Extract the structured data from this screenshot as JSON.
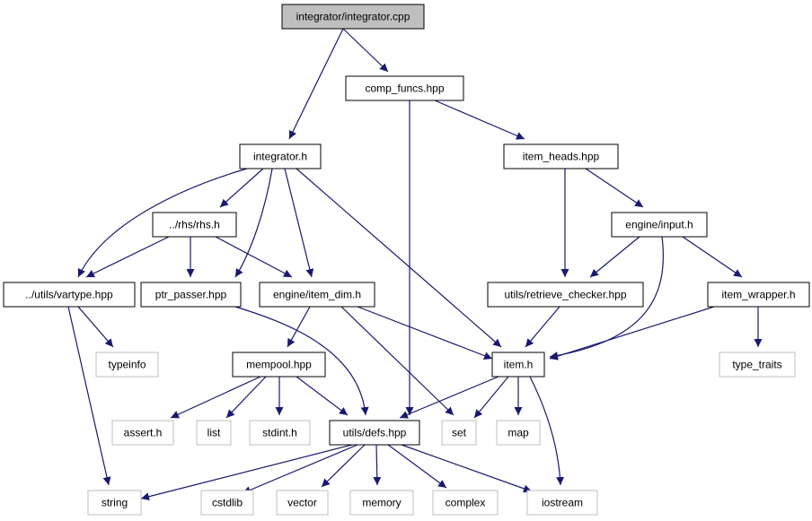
{
  "diagram": {
    "nodes": [
      {
        "id": "root",
        "label": "integrator/integrator.cpp",
        "kind": "root"
      },
      {
        "id": "comp_funcs",
        "label": "comp_funcs.hpp",
        "kind": "local"
      },
      {
        "id": "integrator_h",
        "label": "integrator.h",
        "kind": "local"
      },
      {
        "id": "item_heads",
        "label": "item_heads.hpp",
        "kind": "local"
      },
      {
        "id": "rhs",
        "label": "../rhs/rhs.h",
        "kind": "local"
      },
      {
        "id": "input",
        "label": "engine/input.h",
        "kind": "local"
      },
      {
        "id": "vartype",
        "label": "../utils/vartype.hpp",
        "kind": "local"
      },
      {
        "id": "ptr_passer",
        "label": "ptr_passer.hpp",
        "kind": "local"
      },
      {
        "id": "item_dim",
        "label": "engine/item_dim.h",
        "kind": "local"
      },
      {
        "id": "retrieve",
        "label": "utils/retrieve_checker.hpp",
        "kind": "local"
      },
      {
        "id": "item_wrapper",
        "label": "item_wrapper.h",
        "kind": "local"
      },
      {
        "id": "typeinfo",
        "label": "typeinfo",
        "kind": "system"
      },
      {
        "id": "mempool",
        "label": "mempool.hpp",
        "kind": "local"
      },
      {
        "id": "item_h",
        "label": "item.h",
        "kind": "local"
      },
      {
        "id": "type_traits",
        "label": "type_traits",
        "kind": "system"
      },
      {
        "id": "assert",
        "label": "assert.h",
        "kind": "system"
      },
      {
        "id": "list",
        "label": "list",
        "kind": "system"
      },
      {
        "id": "stdint",
        "label": "stdint.h",
        "kind": "system"
      },
      {
        "id": "defs",
        "label": "utils/defs.hpp",
        "kind": "local"
      },
      {
        "id": "set",
        "label": "set",
        "kind": "system"
      },
      {
        "id": "map",
        "label": "map",
        "kind": "system"
      },
      {
        "id": "string",
        "label": "string",
        "kind": "system"
      },
      {
        "id": "cstdlib",
        "label": "cstdlib",
        "kind": "system"
      },
      {
        "id": "vector",
        "label": "vector",
        "kind": "system"
      },
      {
        "id": "memory",
        "label": "memory",
        "kind": "system"
      },
      {
        "id": "complex",
        "label": "complex",
        "kind": "system"
      },
      {
        "id": "iostream",
        "label": "iostream",
        "kind": "system"
      }
    ],
    "edges": [
      [
        "root",
        "comp_funcs"
      ],
      [
        "root",
        "integrator_h"
      ],
      [
        "comp_funcs",
        "item_heads"
      ],
      [
        "comp_funcs",
        "defs"
      ],
      [
        "integrator_h",
        "rhs"
      ],
      [
        "integrator_h",
        "vartype"
      ],
      [
        "integrator_h",
        "ptr_passer"
      ],
      [
        "integrator_h",
        "item_dim"
      ],
      [
        "integrator_h",
        "item_h"
      ],
      [
        "item_heads",
        "retrieve"
      ],
      [
        "item_heads",
        "input"
      ],
      [
        "rhs",
        "vartype"
      ],
      [
        "rhs",
        "ptr_passer"
      ],
      [
        "rhs",
        "item_dim"
      ],
      [
        "input",
        "retrieve"
      ],
      [
        "input",
        "item_wrapper"
      ],
      [
        "input",
        "item_h"
      ],
      [
        "vartype",
        "typeinfo"
      ],
      [
        "vartype",
        "string"
      ],
      [
        "ptr_passer",
        "defs"
      ],
      [
        "item_dim",
        "mempool"
      ],
      [
        "item_dim",
        "item_h"
      ],
      [
        "item_dim",
        "set"
      ],
      [
        "retrieve",
        "item_h"
      ],
      [
        "item_wrapper",
        "item_h"
      ],
      [
        "item_wrapper",
        "type_traits"
      ],
      [
        "mempool",
        "assert"
      ],
      [
        "mempool",
        "list"
      ],
      [
        "mempool",
        "stdint"
      ],
      [
        "mempool",
        "defs"
      ],
      [
        "item_h",
        "defs"
      ],
      [
        "item_h",
        "set"
      ],
      [
        "item_h",
        "map"
      ],
      [
        "item_h",
        "iostream"
      ],
      [
        "defs",
        "string"
      ],
      [
        "defs",
        "cstdlib"
      ],
      [
        "defs",
        "vector"
      ],
      [
        "defs",
        "memory"
      ],
      [
        "defs",
        "complex"
      ],
      [
        "defs",
        "iostream"
      ]
    ],
    "colors": {
      "edge": "#191970",
      "root_fill": "#bfbfbf",
      "local_border": "#000000",
      "system_border": "#bfbfbf",
      "system_text": "#000000"
    }
  }
}
